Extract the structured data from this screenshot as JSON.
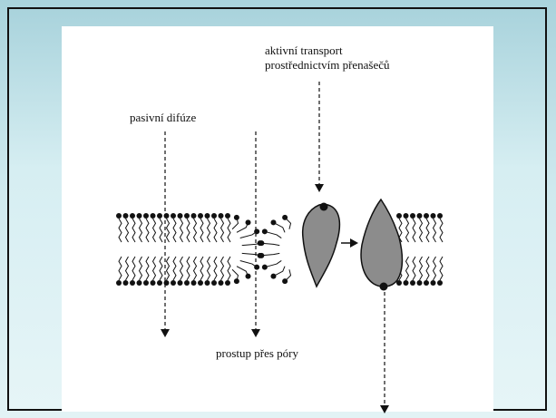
{
  "labels": {
    "active_transport_line1": "aktivní transport",
    "active_transport_line2": "prostřednictvím přenašečů",
    "passive_diffusion": "pasivní difúze",
    "pore_transport": "prostup přes póry"
  },
  "colors": {
    "page_background_top": "#a9d3dc",
    "page_background_bottom": "#e2f3f5",
    "slide_background": "#ffffff",
    "carrier_fill": "#8c8c8c",
    "ink": "#111111"
  }
}
